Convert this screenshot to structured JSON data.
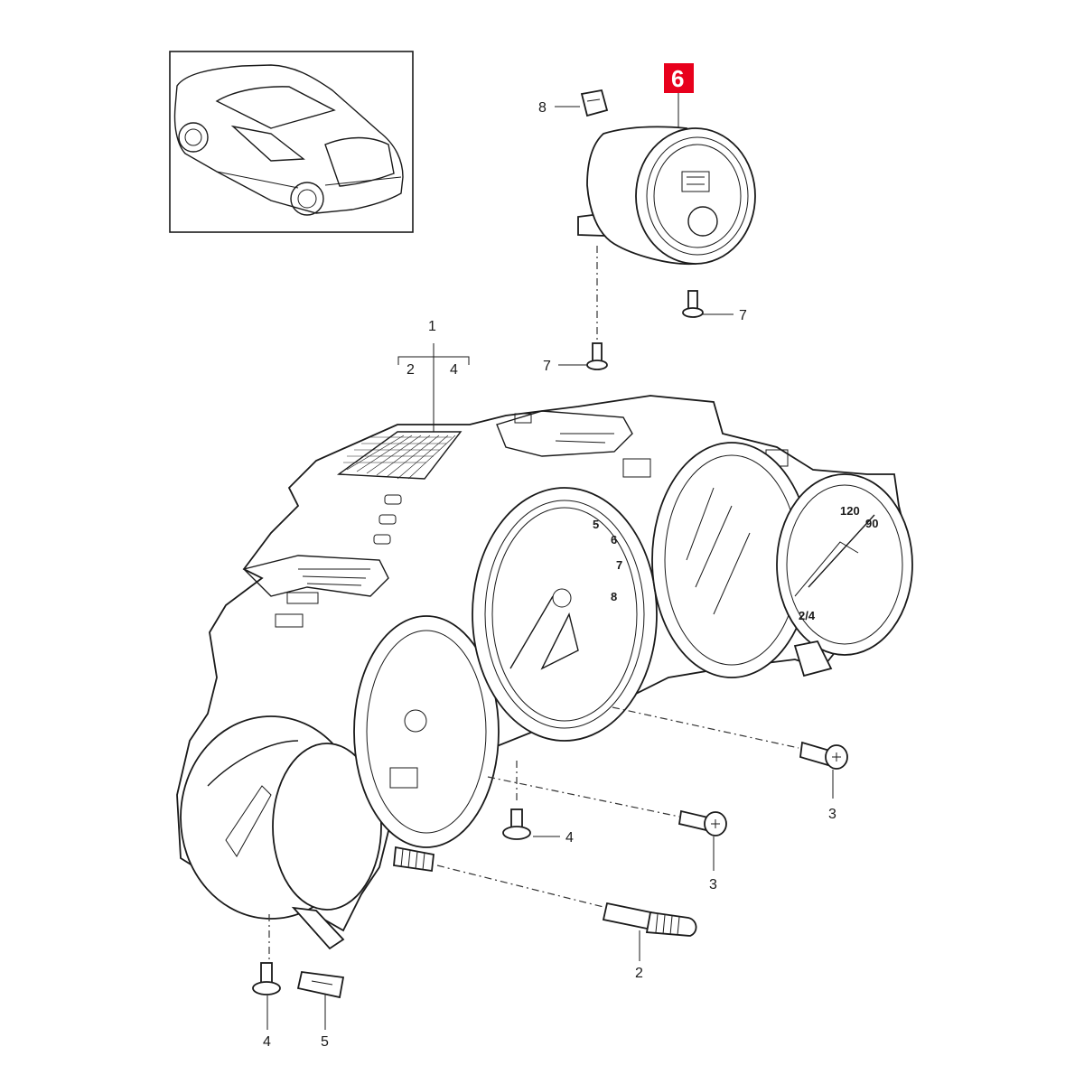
{
  "callouts": {
    "highlighted": "6",
    "one": "1",
    "two_sub": "2",
    "four_sub": "4",
    "three_a": "3",
    "three_b": "3",
    "four_a": "4",
    "four_b": "4",
    "two": "2",
    "five": "5",
    "seven_a": "7",
    "seven_b": "7",
    "eight": "8"
  },
  "dial_marks": {
    "tacho": [
      "5",
      "6",
      "7",
      "8"
    ],
    "speedo": [
      "120",
      "90",
      "2/4"
    ]
  },
  "colors": {
    "highlight": "#e8001c",
    "line": "#1a1a1a"
  }
}
